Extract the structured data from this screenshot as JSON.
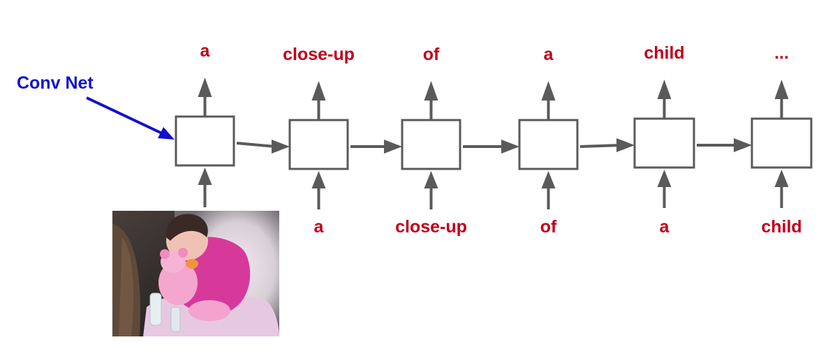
{
  "colors": {
    "word": "#c0001a",
    "conv_label": "#1010d0",
    "arrow": "#5a5a5a",
    "cell_border": "#5a5a5a"
  },
  "conv_net_label": "Conv Net",
  "output_words": [
    "a",
    "close-up",
    "of",
    "a",
    "child",
    "..."
  ],
  "input_words": [
    "a",
    "close-up",
    "of",
    "a",
    "child"
  ],
  "image": {
    "icon": "photo-of-child-with-pink-teddy-bear"
  }
}
